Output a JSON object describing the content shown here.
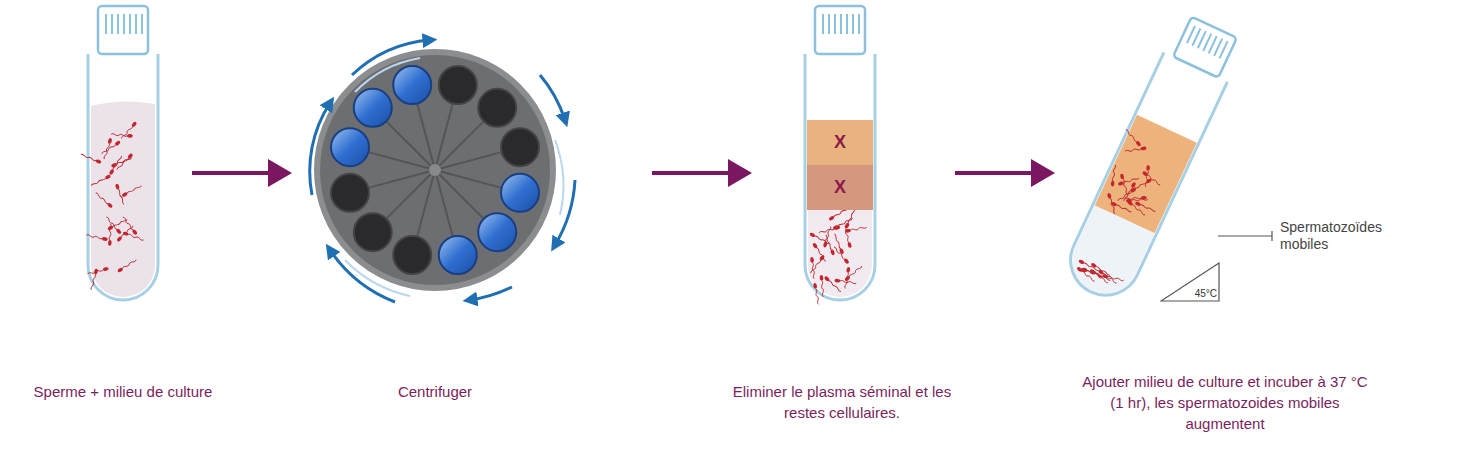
{
  "diagram": {
    "nodes": [
      {
        "text": [
          "X"
        ]
      },
      {
        "text": [
          "X"
        ]
      },
      {
        "text": [
          "45°C"
        ]
      }
    ],
    "labels": [
      "Sperme + milieu de culture",
      "Centrifuger",
      "Eliminer le plasma séminal et les restes cellulaires.",
      "Ajouter milieu de culture et incuber à 37 °C (1 hr), les spermatozoides mobiles augmentent",
      "Spermatozoïdes mobiles"
    ]
  }
}
